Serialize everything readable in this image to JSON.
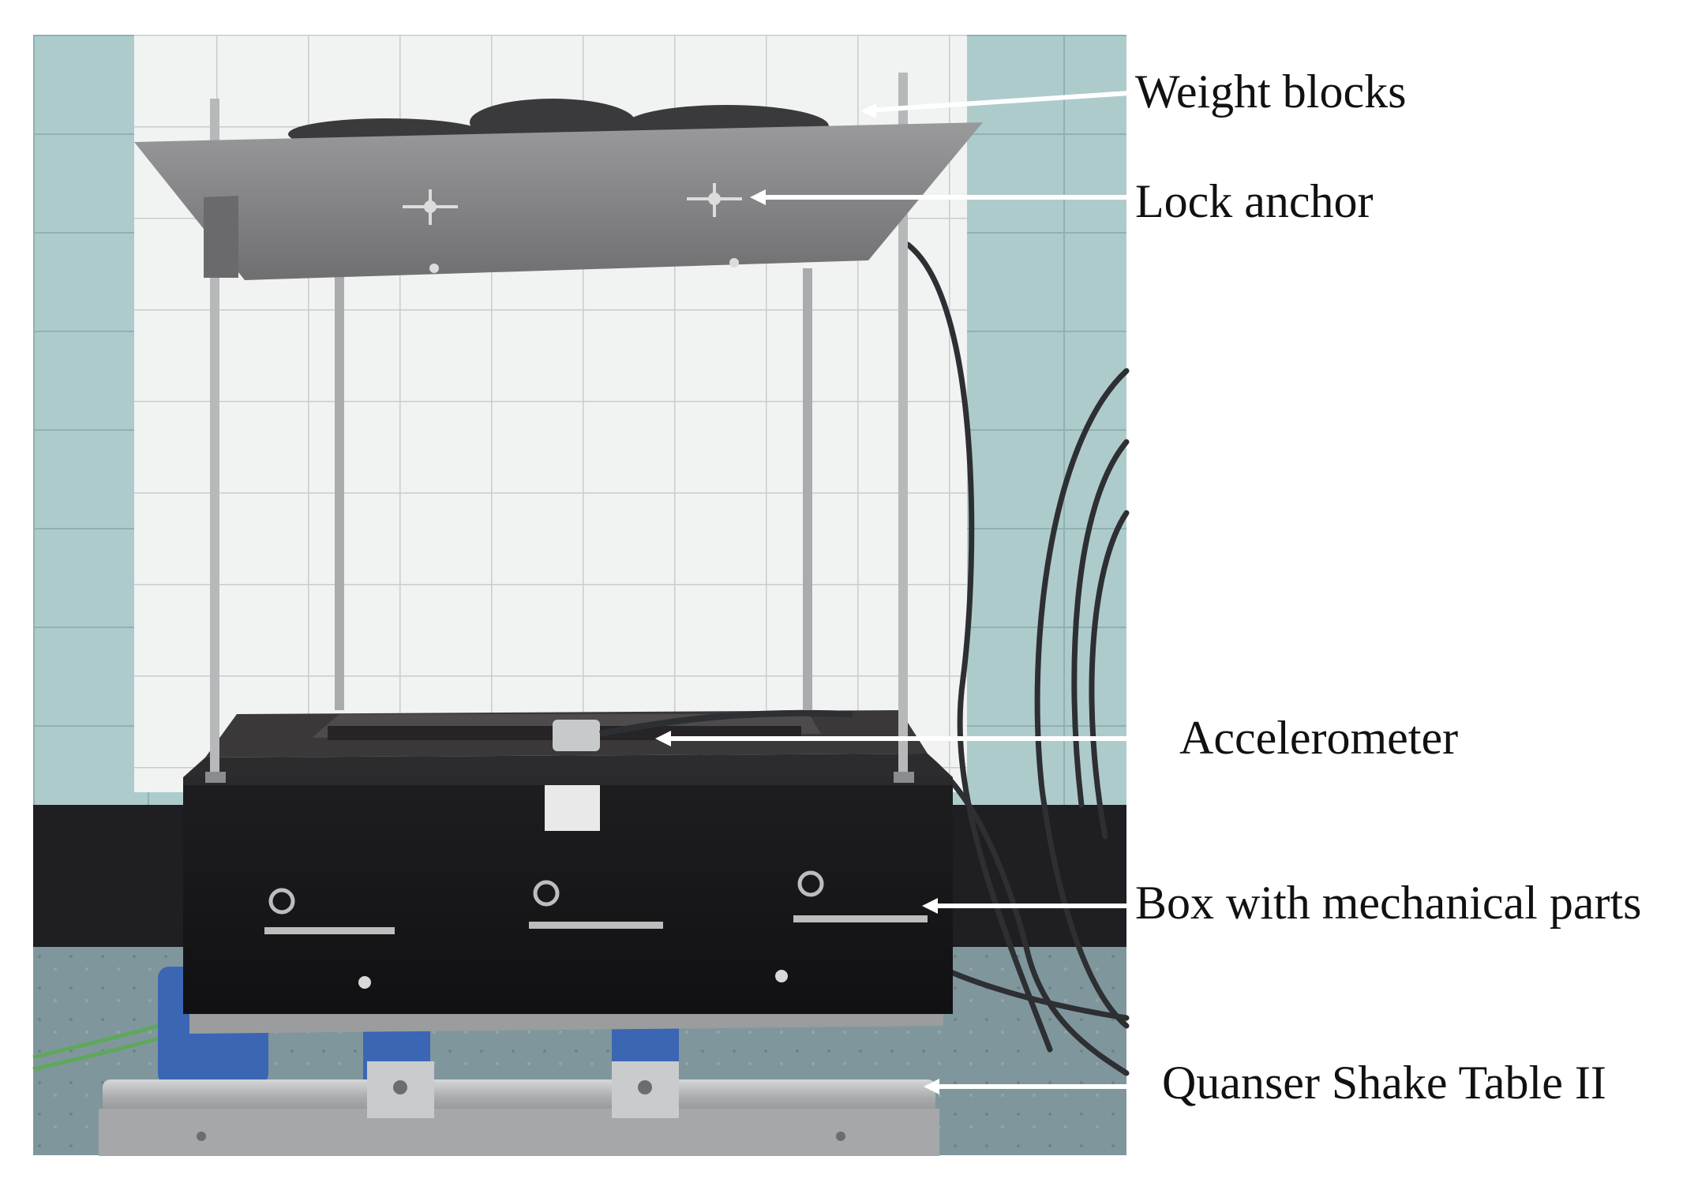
{
  "annotations": {
    "weight_blocks": "Weight blocks",
    "lock_anchor": "Lock anchor",
    "accelerometer": "Accelerometer",
    "box_mechanical_parts": "Box with mechanical parts",
    "shake_table": "Quanser Shake Table II"
  },
  "colors": {
    "wall_tile": "#aecdcd",
    "white_tile": "#f0f1f1",
    "dark_baseboard": "#1f1e22",
    "floor": "#7f979c",
    "plate": "#808083",
    "box_black": "#161518",
    "box_top": "#3a3838",
    "rail_silver": "#b4b6b8",
    "carriage_blue": "#3a66b4",
    "arrow": "#ffffff"
  }
}
